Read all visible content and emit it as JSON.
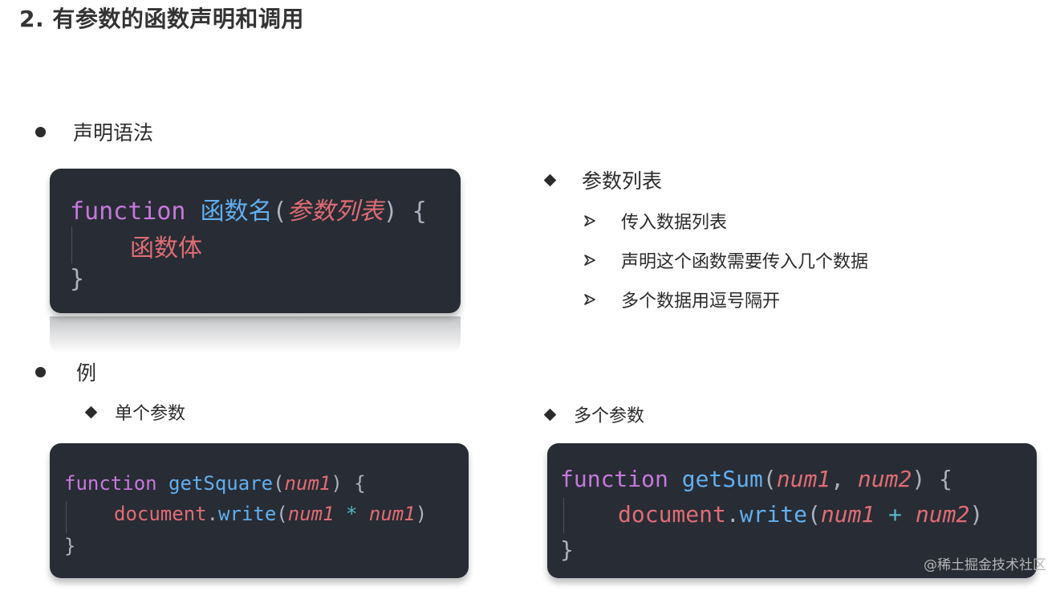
{
  "title": "2. 有参数的函数声明和调用",
  "bullets": {
    "syntax": "声明语法",
    "example": "例"
  },
  "param_list": {
    "heading": "参数列表",
    "items": [
      "传入数据列表",
      "声明这个函数需要传入几个数据",
      "多个数据用逗号隔开"
    ]
  },
  "examples": {
    "single": "单个参数",
    "multi": "多个参数"
  },
  "code_syntax": {
    "kw": "function",
    "name": "函数名",
    "open": "(",
    "params": "参数列表",
    "close": ") {",
    "body": "函数体",
    "end": "}"
  },
  "code_single": {
    "kw": "function",
    "name": "getSquare",
    "open": "(",
    "p1": "num1",
    "close": ") {",
    "obj": "document",
    "dot": ".",
    "method": "write",
    "call_open": "(",
    "a1": "num1",
    "op": "*",
    "a2": "num1",
    "call_close": ")",
    "end": "}"
  },
  "code_multi": {
    "kw": "function",
    "name": "getSum",
    "open": "(",
    "p1": "num1",
    "comma": ", ",
    "p2": "num2",
    "close": ") {",
    "obj": "document",
    "dot": ".",
    "method": "write",
    "call_open": "(",
    "a1": "num1",
    "op": "+",
    "a2": "num2",
    "call_close": ")",
    "end": "}"
  },
  "watermark": "@稀土掘金技术社区",
  "colors": {
    "code_bg": "#282c34",
    "keyword": "#c678dd",
    "function_name": "#61afef",
    "parameter": "#e06c75",
    "operator": "#56b6c2"
  }
}
